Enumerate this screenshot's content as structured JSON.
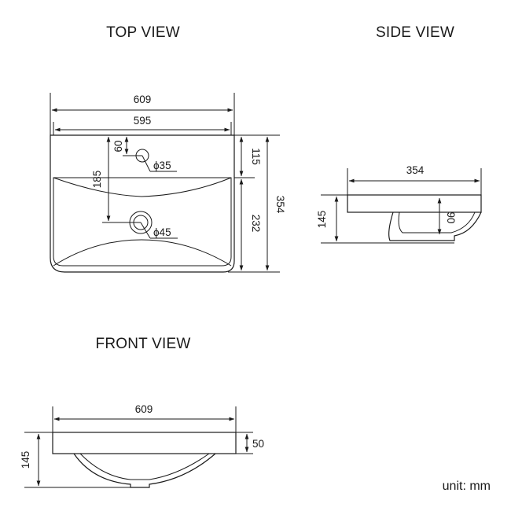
{
  "titles": {
    "top": "TOP VIEW",
    "side": "SIDE VIEW",
    "front": "FRONT VIEW"
  },
  "unit_note": "unit: mm",
  "top_view": {
    "overall_width": "609",
    "inner_width": "595",
    "faucet_offset": "60",
    "faucet_dia": "ϕ35",
    "drain_offset": "185",
    "drain_dia": "ϕ45",
    "deck_depth": "115",
    "bowl_depth": "232",
    "overall_depth": "354"
  },
  "side_view": {
    "depth": "354",
    "height": "145",
    "bowl_height": "90"
  },
  "front_view": {
    "width": "609",
    "height": "145",
    "rim": "50"
  }
}
